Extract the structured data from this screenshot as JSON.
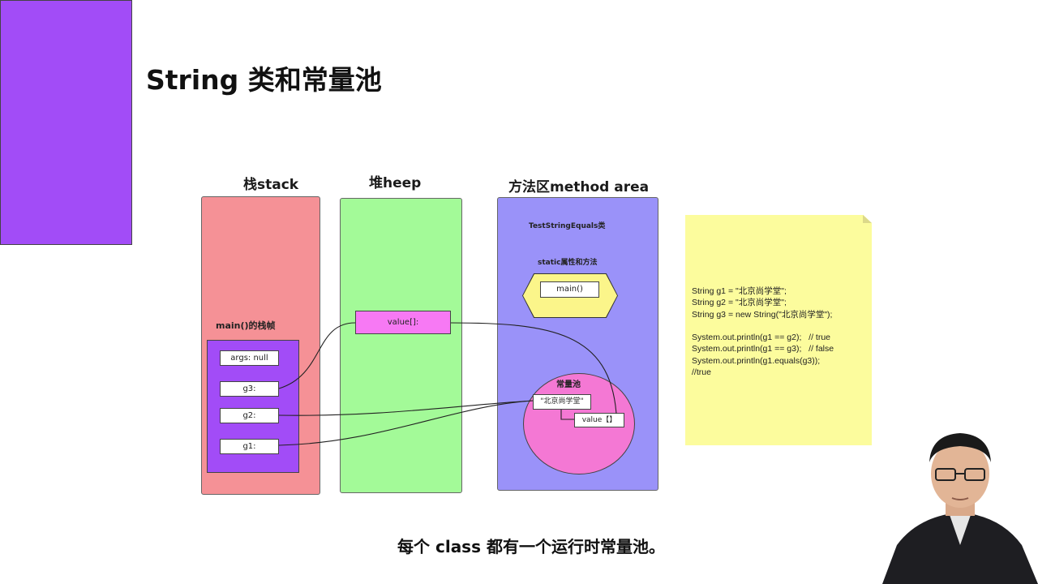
{
  "watermark": "",
  "title": "String 类和常量池",
  "columns": {
    "stack": "栈stack",
    "heap": "堆heep",
    "method": "方法区method area"
  },
  "stack": {
    "frame_label": "main()的栈帧",
    "vars": {
      "args": "args: null",
      "g3": "g3:",
      "g2": "g2:",
      "g1": "g1:"
    }
  },
  "heap": {
    "value_label": "value[]:"
  },
  "method_area": {
    "class_label": "TestStringEquals类",
    "static_label": "static属性和方法",
    "main_method": "main()",
    "pool_label": "常量池",
    "pool_string": "\"北京尚学堂\"",
    "pool_value": "value【】"
  },
  "note": {
    "code": "String g1 = \"北京尚学堂\";\nString g2 = \"北京尚学堂\";\nString g3 = new String(\"北京尚学堂\");\n\nSystem.out.println(g1 == g2);   // true\nSystem.out.println(g1 == g3);   // false\nSystem.out.println(g1.equals(g3));\n//true"
  },
  "subtitle": "每个 class 都有一个运行时常量池。",
  "colors": {
    "stack": "#f59196",
    "heap": "#a3fa98",
    "method_area": "#9a92f9",
    "class": "#a24cf7",
    "pool": "#f478d4",
    "heap_value": "#f779f4",
    "hexagon": "#fbf58a",
    "note": "#fcfc9d"
  }
}
